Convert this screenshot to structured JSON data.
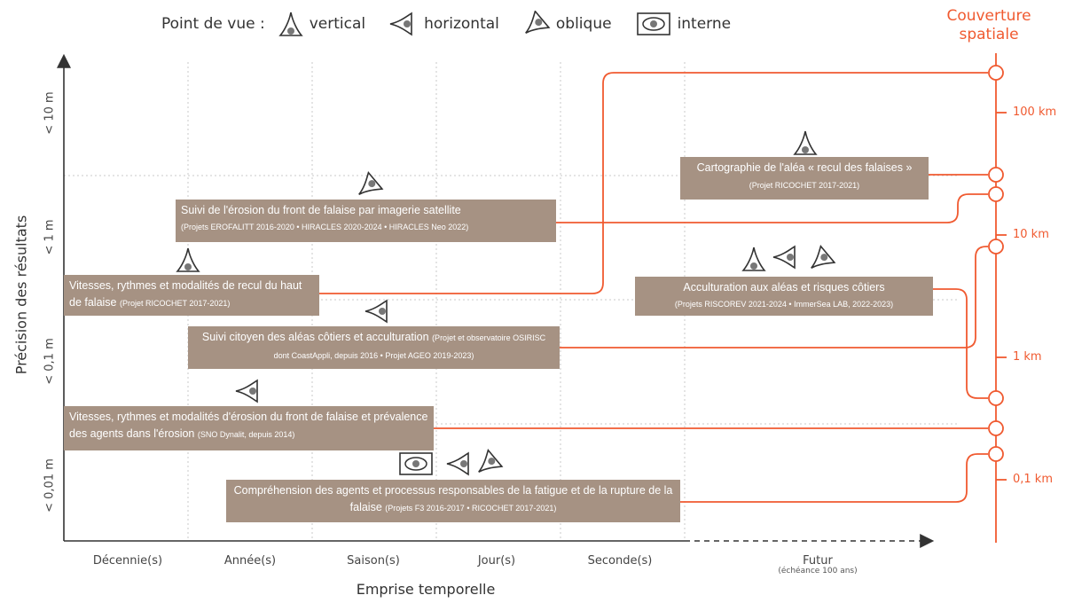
{
  "legend": {
    "title": "Point de vue :",
    "items": [
      {
        "label": "vertical",
        "icon": "eye-vertical-icon"
      },
      {
        "label": "horizontal",
        "icon": "eye-horizontal-icon"
      },
      {
        "label": "oblique",
        "icon": "eye-oblique-icon"
      },
      {
        "label": "interne",
        "icon": "eye-internal-icon"
      }
    ]
  },
  "coverage": {
    "title_line1": "Couverture",
    "title_line2": "spatiale",
    "scale": [
      "100 km",
      "10 km",
      "1 km",
      "0,1 km"
    ]
  },
  "y_axis": {
    "label": "Précision des résultats",
    "ticks": [
      "< 10 m",
      "< 1 m",
      "< 0,1 m",
      "< 0,01 m"
    ]
  },
  "x_axis": {
    "label": "Emprise temporelle",
    "ticks": [
      "Décennie(s)",
      "Année(s)",
      "Saison(s)",
      "Jour(s)",
      "Seconde(s)",
      "Futur"
    ],
    "futur_note": "(échéance 100 ans)"
  },
  "boxes": [
    {
      "main": "Cartographie de l'aléa « recul des falaises »",
      "small": "(Projet RICOCHET 2017-2021)"
    },
    {
      "main": "Suivi de l'érosion du front de falaise par imagerie satellite",
      "small": "(Projets EROFALITT 2016-2020 • HIRACLES 2020-2024 • HIRACLES Neo 2022)"
    },
    {
      "main": "Vitesses, rythmes et modalités de recul du haut de falaise",
      "small": "(Projet RICOCHET 2017-2021)"
    },
    {
      "main": "Acculturation aux aléas et risques côtiers",
      "small": "(Projets RISCOREV 2021-2024 • ImmerSea LAB, 2022-2023)"
    },
    {
      "main": "Suivi citoyen des aléas côtiers et acculturation",
      "small": "(Projet et observatoire OSIRISC dont CoastAppli, depuis 2016 • Projet AGEO 2019-2023)"
    },
    {
      "main": "Vitesses, rythmes et modalités d'érosion du front de falaise et prévalence des agents dans l'érosion",
      "small": "(SNO Dynalit, depuis 2014)"
    },
    {
      "main": "Compréhension des agents et processus responsables de la fatigue et de la rupture de la falaise",
      "small": "(Projets F3 2016-2017 • RICOCHET 2017-2021)"
    }
  ],
  "colors": {
    "accent": "#f05a30",
    "box": "#a69283",
    "grid": "#c8c8c8",
    "axis": "#333333"
  }
}
